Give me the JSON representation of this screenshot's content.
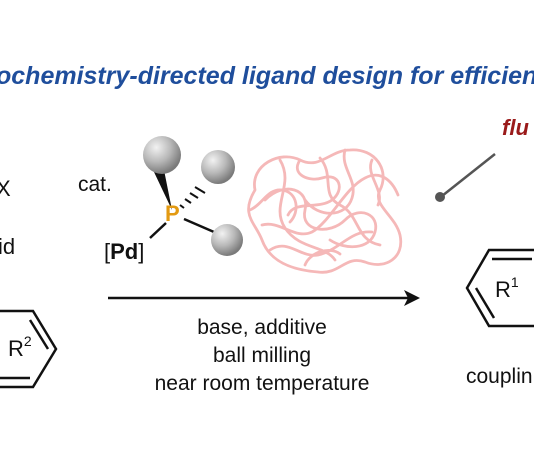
{
  "title": "ochemistry-directed ligand design for efficient",
  "flu_label": "flu",
  "reagent_left_top": "X",
  "reagent_left_mid": "id",
  "catalyst_prefix": "cat.",
  "phosphorus": "P",
  "pd_bracket_open": "[",
  "pd_label": "Pd",
  "pd_bracket_close": "]",
  "left_ring_label": "R",
  "left_ring_sup": "2",
  "right_ring_label": "R",
  "right_ring_sup": "1",
  "conditions": [
    "base, additive",
    "ball milling",
    "near room temperature"
  ],
  "product_label": "couplin",
  "colors": {
    "title": "#1f4e9c",
    "flu": "#9a1a1a",
    "phosphorus": "#e39a12",
    "polymer": "#f5b8b8",
    "sphere": "#a8a8a8",
    "line": "#555555",
    "text": "#111111"
  }
}
